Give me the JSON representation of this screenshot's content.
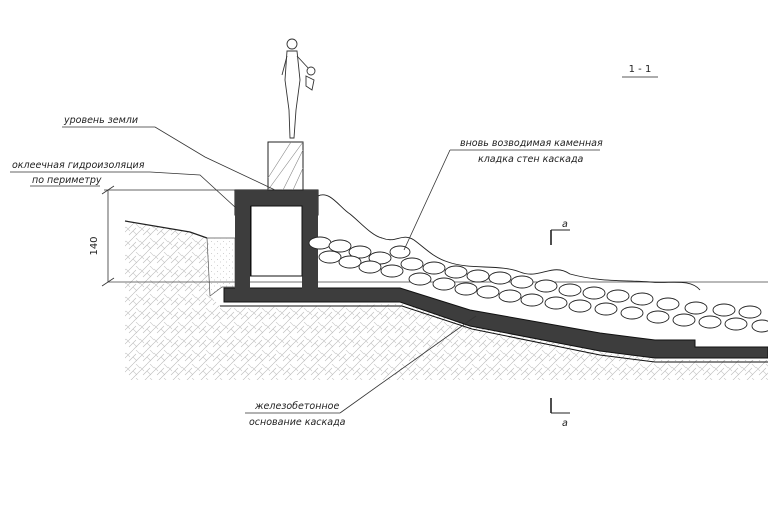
{
  "section_title": "1 - 1",
  "dimension": "140",
  "labels": {
    "ground_level": "уровень земли",
    "waterproofing_line1": "оклеечная гидроизоляция",
    "waterproofing_line2": "по периметру",
    "masonry_line1": "вновь возводимая каменная",
    "masonry_line2": "кладка стен каскада",
    "foundation_line1": "железобетонное",
    "foundation_line2": "основание каскада",
    "section_mark_top": "а",
    "section_mark_bottom": "а"
  },
  "colors": {
    "concrete": "#3d3d3d",
    "line": "#222222",
    "hatch": "#b9b9b9"
  }
}
